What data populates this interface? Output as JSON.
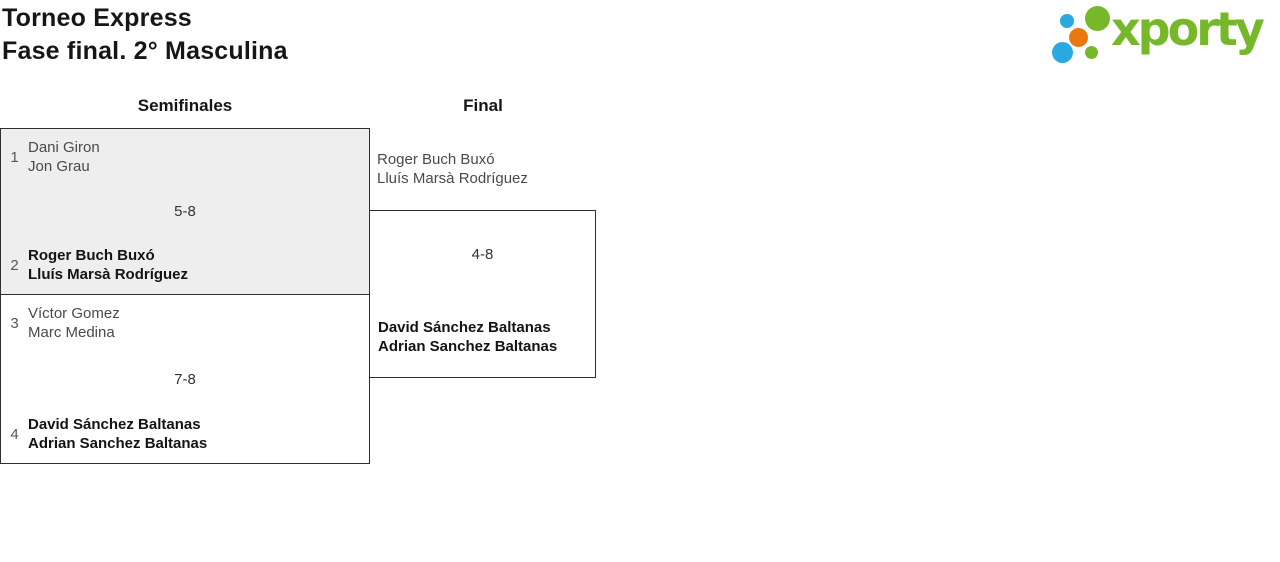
{
  "page": {
    "title": "Torneo Express",
    "subtitle": "Fase final. 2° Masculina"
  },
  "logo": {
    "brand": "xporty",
    "colors": {
      "green": "#76b82a",
      "blue": "#29a9e1",
      "orange": "#e8780f"
    }
  },
  "bracket": {
    "rounds": [
      {
        "label": "Semifinales"
      },
      {
        "label": "Final"
      }
    ],
    "semifinals": [
      {
        "seed_top": "1",
        "team_top": [
          "Dani Giron",
          "Jon Grau"
        ],
        "score": "5-8",
        "seed_bottom": "2",
        "team_bottom": [
          "Roger Buch Buxó",
          "Lluís Marsà Rodríguez"
        ],
        "winner": "bottom"
      },
      {
        "seed_top": "3",
        "team_top": [
          "Víctor Gomez",
          "Marc Medina"
        ],
        "score": "7-8",
        "seed_bottom": "4",
        "team_bottom": [
          "David Sánchez Baltanas",
          "Adrian Sanchez Baltanas"
        ],
        "winner": "bottom"
      }
    ],
    "final": {
      "team_top": [
        "Roger Buch Buxó",
        "Lluís Marsà Rodríguez"
      ],
      "score": "4-8",
      "team_bottom": [
        "David Sánchez Baltanas",
        "Adrian Sanchez Baltanas"
      ],
      "winner": "bottom"
    }
  }
}
